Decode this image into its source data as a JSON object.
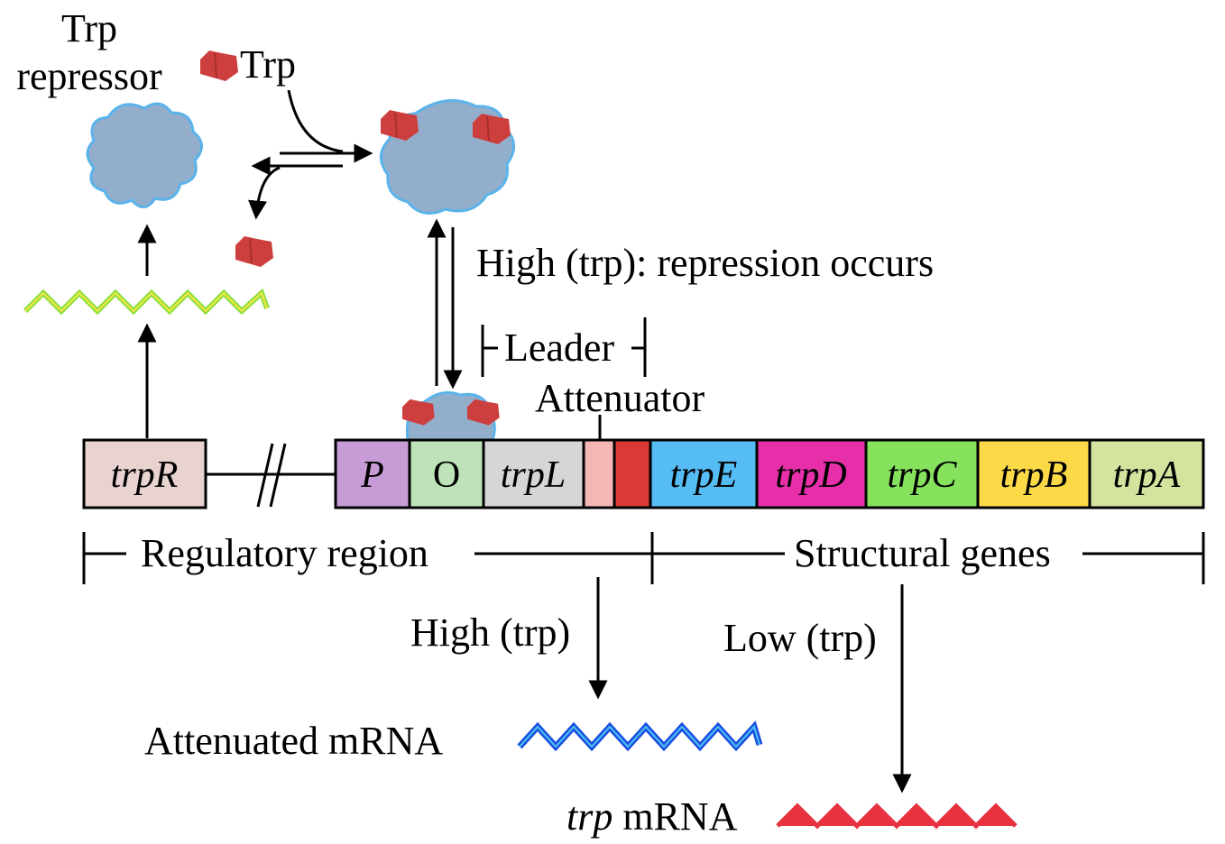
{
  "labels": {
    "repressor_line1": "Trp",
    "repressor_line2": "repressor",
    "trp_molecule": "Trp",
    "repression": "High (trp): repression occurs",
    "leader": "Leader",
    "attenuator": "Attenuator",
    "regulatory_region": "Regulatory region",
    "structural_genes": "Structural genes",
    "high_trp": "High (trp)",
    "low_trp": "Low (trp)",
    "attenuated_mrna": "Attenuated mRNA",
    "trp_mrna_italic": "trp",
    "trp_mrna_rest": " mRNA"
  },
  "genes": {
    "trpR": "trpR",
    "P": "P",
    "O": "O",
    "trpL": "trpL",
    "trpE": "trpE",
    "trpD": "trpD",
    "trpC": "trpC",
    "trpB": "trpB",
    "trpA": "trpA"
  },
  "colors": {
    "trpR": "#e8d3d0",
    "P": "#c79bd6",
    "O": "#bfe3b8",
    "trpL": "#d6d6d6",
    "attenuator": "#f4b7b6",
    "leader_end": "#d93a35",
    "trpE": "#55bdf4",
    "trpD": "#e62fa8",
    "trpC": "#86e25c",
    "trpB": "#fbd947",
    "trpA": "#d3e49f",
    "repressor_fill": "#93aecb",
    "repressor_outline": "#5ab3ea",
    "trp_molecule": "#cd3f3e",
    "repressor_mrna": "#8de03a",
    "attenuated_mrna": "#1a4fe0",
    "trp_mrna": "#e8323f"
  }
}
